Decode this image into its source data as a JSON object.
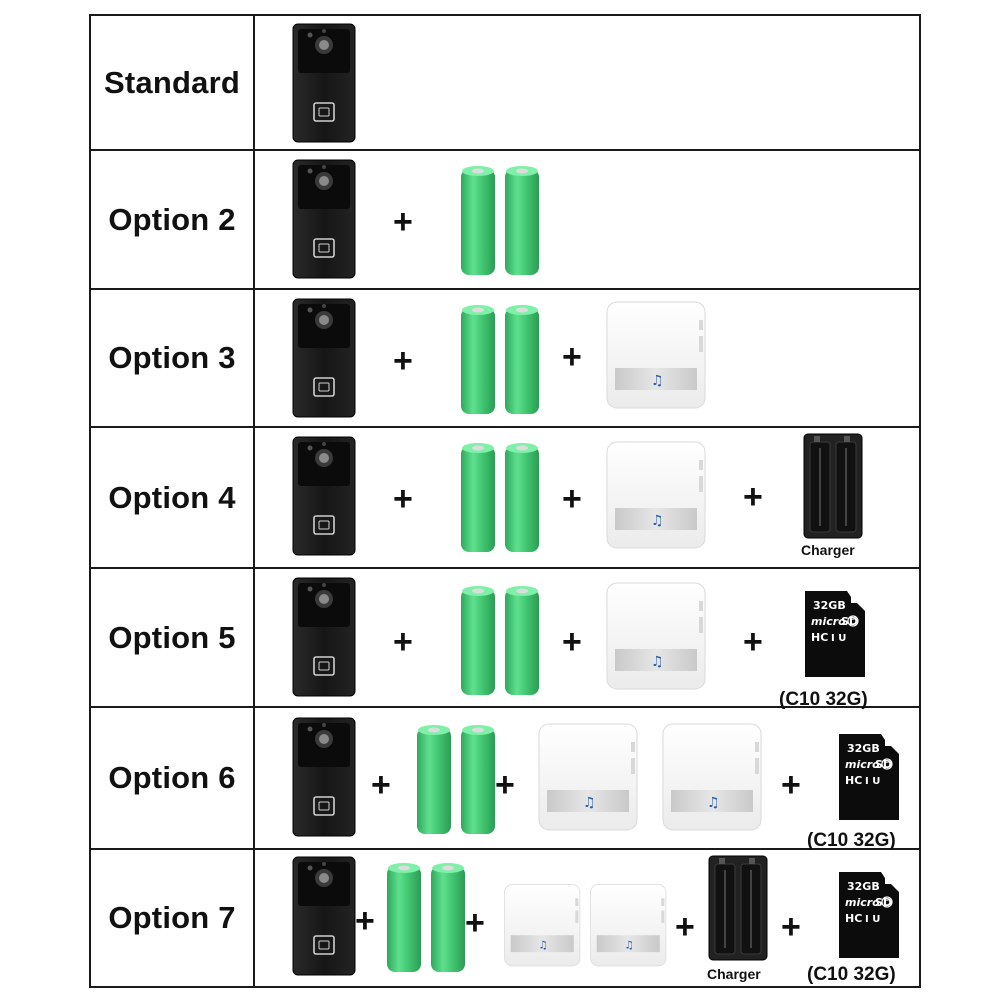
{
  "rows": [
    {
      "label": "Standard"
    },
    {
      "label": "Option 2"
    },
    {
      "label": "Option 3"
    },
    {
      "label": "Option 4"
    },
    {
      "label": "Option 5"
    },
    {
      "label": "Option 6"
    },
    {
      "label": "Option 7"
    }
  ],
  "plus_sign": "+",
  "captions": {
    "charger": "Charger",
    "sdcard": "(C10 32G)"
  },
  "sdcard_text": {
    "capacity": "32GB",
    "brand": "micro",
    "sd": "SD",
    "hc": "HC",
    "class": "C",
    "uhs": "I U"
  },
  "colors": {
    "border": "#1a1a1a",
    "doorbell": "#1c1c1c",
    "battery": "#3ec46e",
    "chime": "#f4f4f4",
    "charger": "#222222",
    "sdcard": "#0c0c0c"
  }
}
